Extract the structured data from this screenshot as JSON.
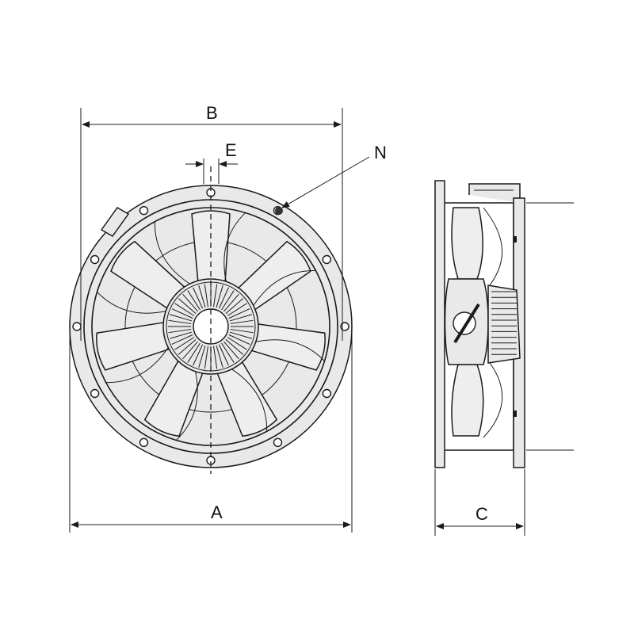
{
  "labels": {
    "a": "A",
    "b": "B",
    "c": "C",
    "e": "E",
    "n": "N"
  },
  "colors": {
    "line": "#1a1a1a",
    "fill": "#eeeeee",
    "background": "#ffffff"
  }
}
